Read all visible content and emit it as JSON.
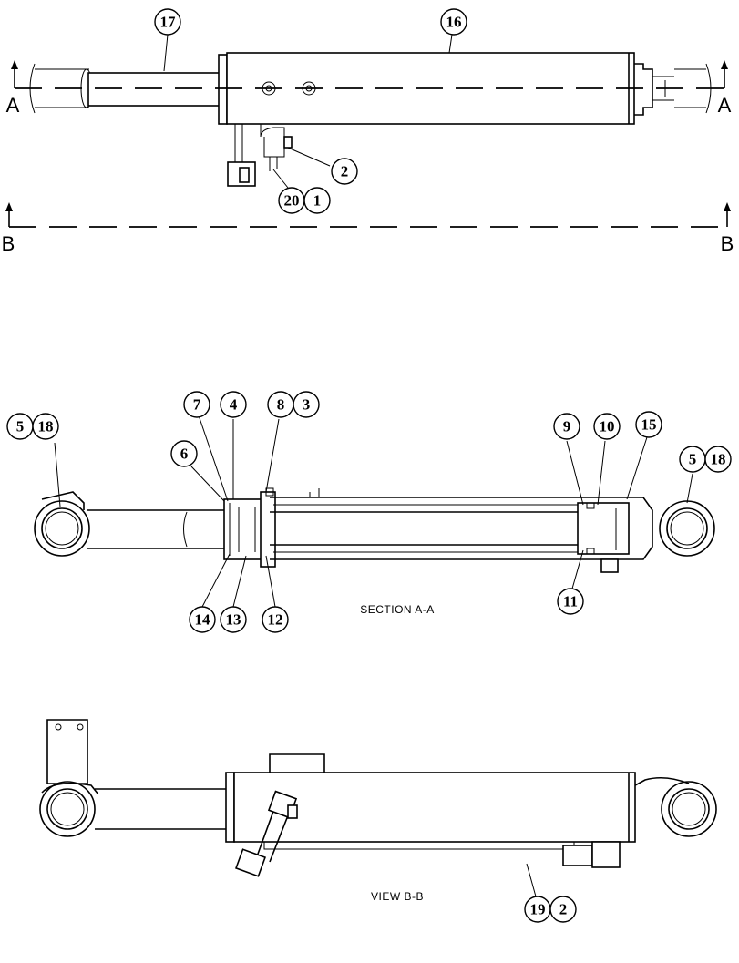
{
  "section_markers": {
    "a_left": "A",
    "a_right": "A",
    "b_left": "B",
    "b_right": "B"
  },
  "captions": {
    "section_aa": "SECTION  A-A",
    "view_bb": "VIEW  B-B"
  },
  "callouts": {
    "top_view": [
      "17",
      "16",
      "2",
      "20",
      "1"
    ],
    "section_aa": [
      "5",
      "18",
      "7",
      "4",
      "8",
      "3",
      "6",
      "9",
      "10",
      "15",
      "5",
      "18",
      "14",
      "13",
      "12",
      "11"
    ],
    "view_bb": [
      "19",
      "2"
    ]
  }
}
